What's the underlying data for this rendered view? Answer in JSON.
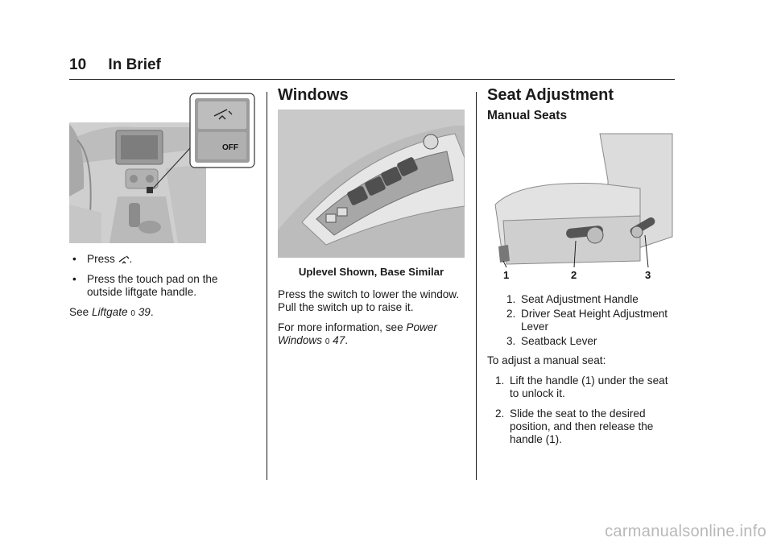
{
  "header": {
    "page_number": "10",
    "section": "In Brief"
  },
  "left": {
    "bullets": [
      {
        "marker": "•",
        "text": "Press",
        "tail": "."
      },
      {
        "marker": "•",
        "text": "Press the touch pad on the outside liftgate handle."
      }
    ],
    "see": {
      "prefix": "See",
      "link": "Liftgate",
      "ref": "39",
      "suffix": "."
    },
    "illustration": {
      "off_label": "OFF"
    },
    "icon": "liftgate-icon"
  },
  "middle": {
    "title": "Windows",
    "caption": "Uplevel Shown, Base Similar",
    "para1": "Press the switch to lower the window. Pull the switch up to raise it.",
    "para2_prefix": "For more information, see",
    "para2_link": "Power Windows",
    "para2_ref": "47",
    "para2_suffix": "."
  },
  "right": {
    "title": "Seat Adjustment",
    "subtitle": "Manual Seats",
    "callouts": [
      "1",
      "2",
      "3"
    ],
    "legend": [
      {
        "n": "1.",
        "text": "Seat Adjustment Handle"
      },
      {
        "n": "2.",
        "text": "Driver Seat Height Adjustment Lever"
      },
      {
        "n": "3.",
        "text": "Seatback Lever"
      }
    ],
    "intro": "To adjust a manual seat:",
    "steps": [
      {
        "n": "1.",
        "text": "Lift the handle (1) under the seat to unlock it."
      },
      {
        "n": "2.",
        "text": "Slide the seat to the desired position, and then release the handle (1)."
      }
    ]
  },
  "watermark": "carmanualsonline.info",
  "ref_glyph": "0"
}
